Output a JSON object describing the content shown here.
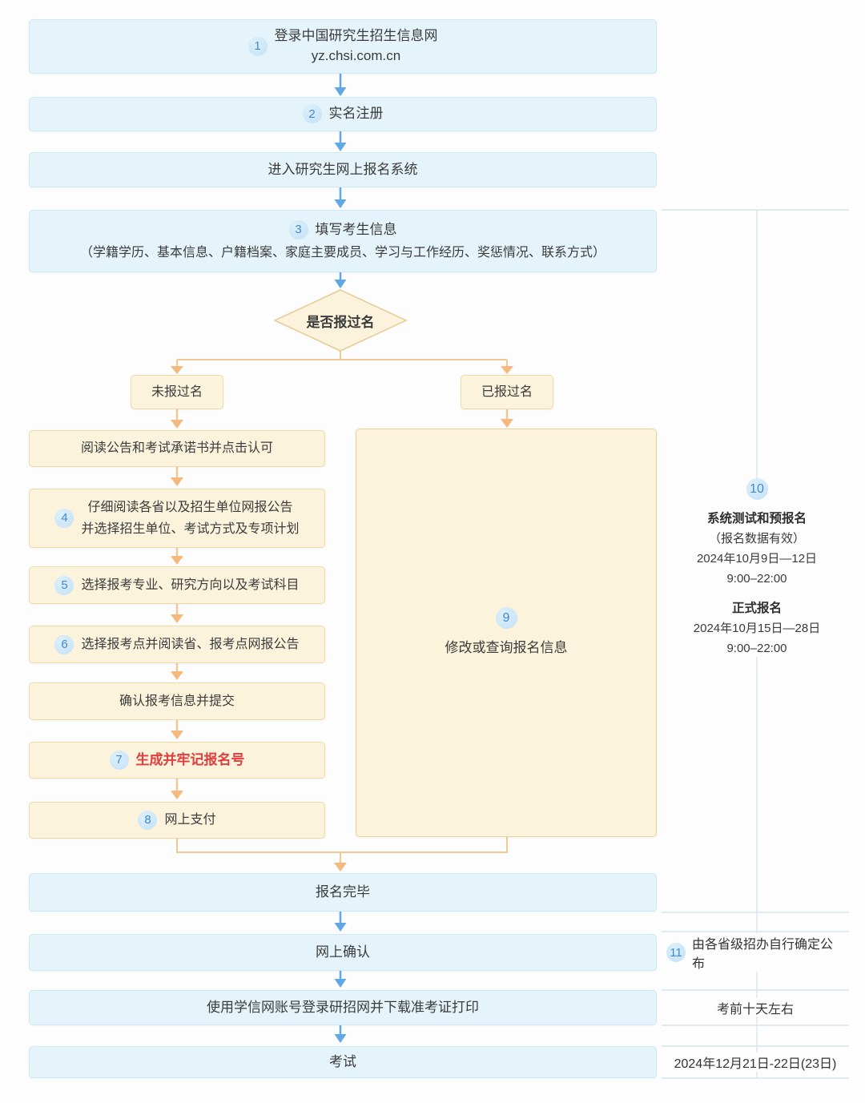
{
  "flow": {
    "login": {
      "num": "1",
      "line1": "登录中国研究生招生信息网",
      "line2": "yz.chsi.com.cn"
    },
    "register": {
      "num": "2",
      "label": "实名注册"
    },
    "enter_system": {
      "label": "进入研究生网上报名系统"
    },
    "fill_info": {
      "num": "3",
      "title": "填写考生信息",
      "detail": "（学籍学历、基本信息、户籍档案、家庭主要成员、学习与工作经历、奖惩情况、联系方式）"
    },
    "decision": {
      "label": "是否报过名"
    },
    "branch_no": {
      "label": "未报过名"
    },
    "branch_yes": {
      "label": "已报过名"
    },
    "read_notice": {
      "label": "阅读公告和考试承诺书并点击认可"
    },
    "read_province": {
      "num": "4",
      "line1": "仔细阅读各省以及招生单位网报公告",
      "line2": "并选择招生单位、考试方式及专项计划"
    },
    "choose_major": {
      "num": "5",
      "label": "选择报考专业、研究方向以及考试科目"
    },
    "choose_site": {
      "num": "6",
      "label": "选择报考点并阅读省、报考点网报公告"
    },
    "confirm_submit": {
      "label": "确认报考信息并提交"
    },
    "generate_id": {
      "num": "7",
      "label": "生成并牢记报名号"
    },
    "online_pay": {
      "num": "8",
      "label": "网上支付"
    },
    "modify_query": {
      "num": "9",
      "label": "修改或查询报名信息"
    },
    "finish": {
      "label": "报名完毕"
    },
    "online_confirm": {
      "label": "网上确认"
    },
    "download_ticket": {
      "label": "使用学信网账号登录研招网并下载准考证打印"
    },
    "exam": {
      "label": "考试"
    }
  },
  "sidebar": {
    "step10": {
      "num": "10",
      "title1": "系统测试和预报名",
      "note": "（报名数据有效）",
      "date1": "2024年10月9日—12日",
      "time1": "9:00–22:00",
      "title2": "正式报名",
      "date2": "2024年10月15日—28日",
      "time2": "9:00–22:00"
    },
    "step11": {
      "num": "11",
      "label": "由各省级招办自行确定公布"
    },
    "before_exam": {
      "label": "考前十天左右"
    },
    "exam_date": {
      "label": "2024年12月21日-22日(23日)"
    }
  },
  "colors": {
    "accent_blue": "#5fa8e5",
    "accent_orange": "#f1c795",
    "badge_blue": "#c3e1f7",
    "highlight_red": "#e23c3c",
    "box_blue_fill": "#e4f4fa",
    "box_cream_fill": "#fbf3dc"
  }
}
